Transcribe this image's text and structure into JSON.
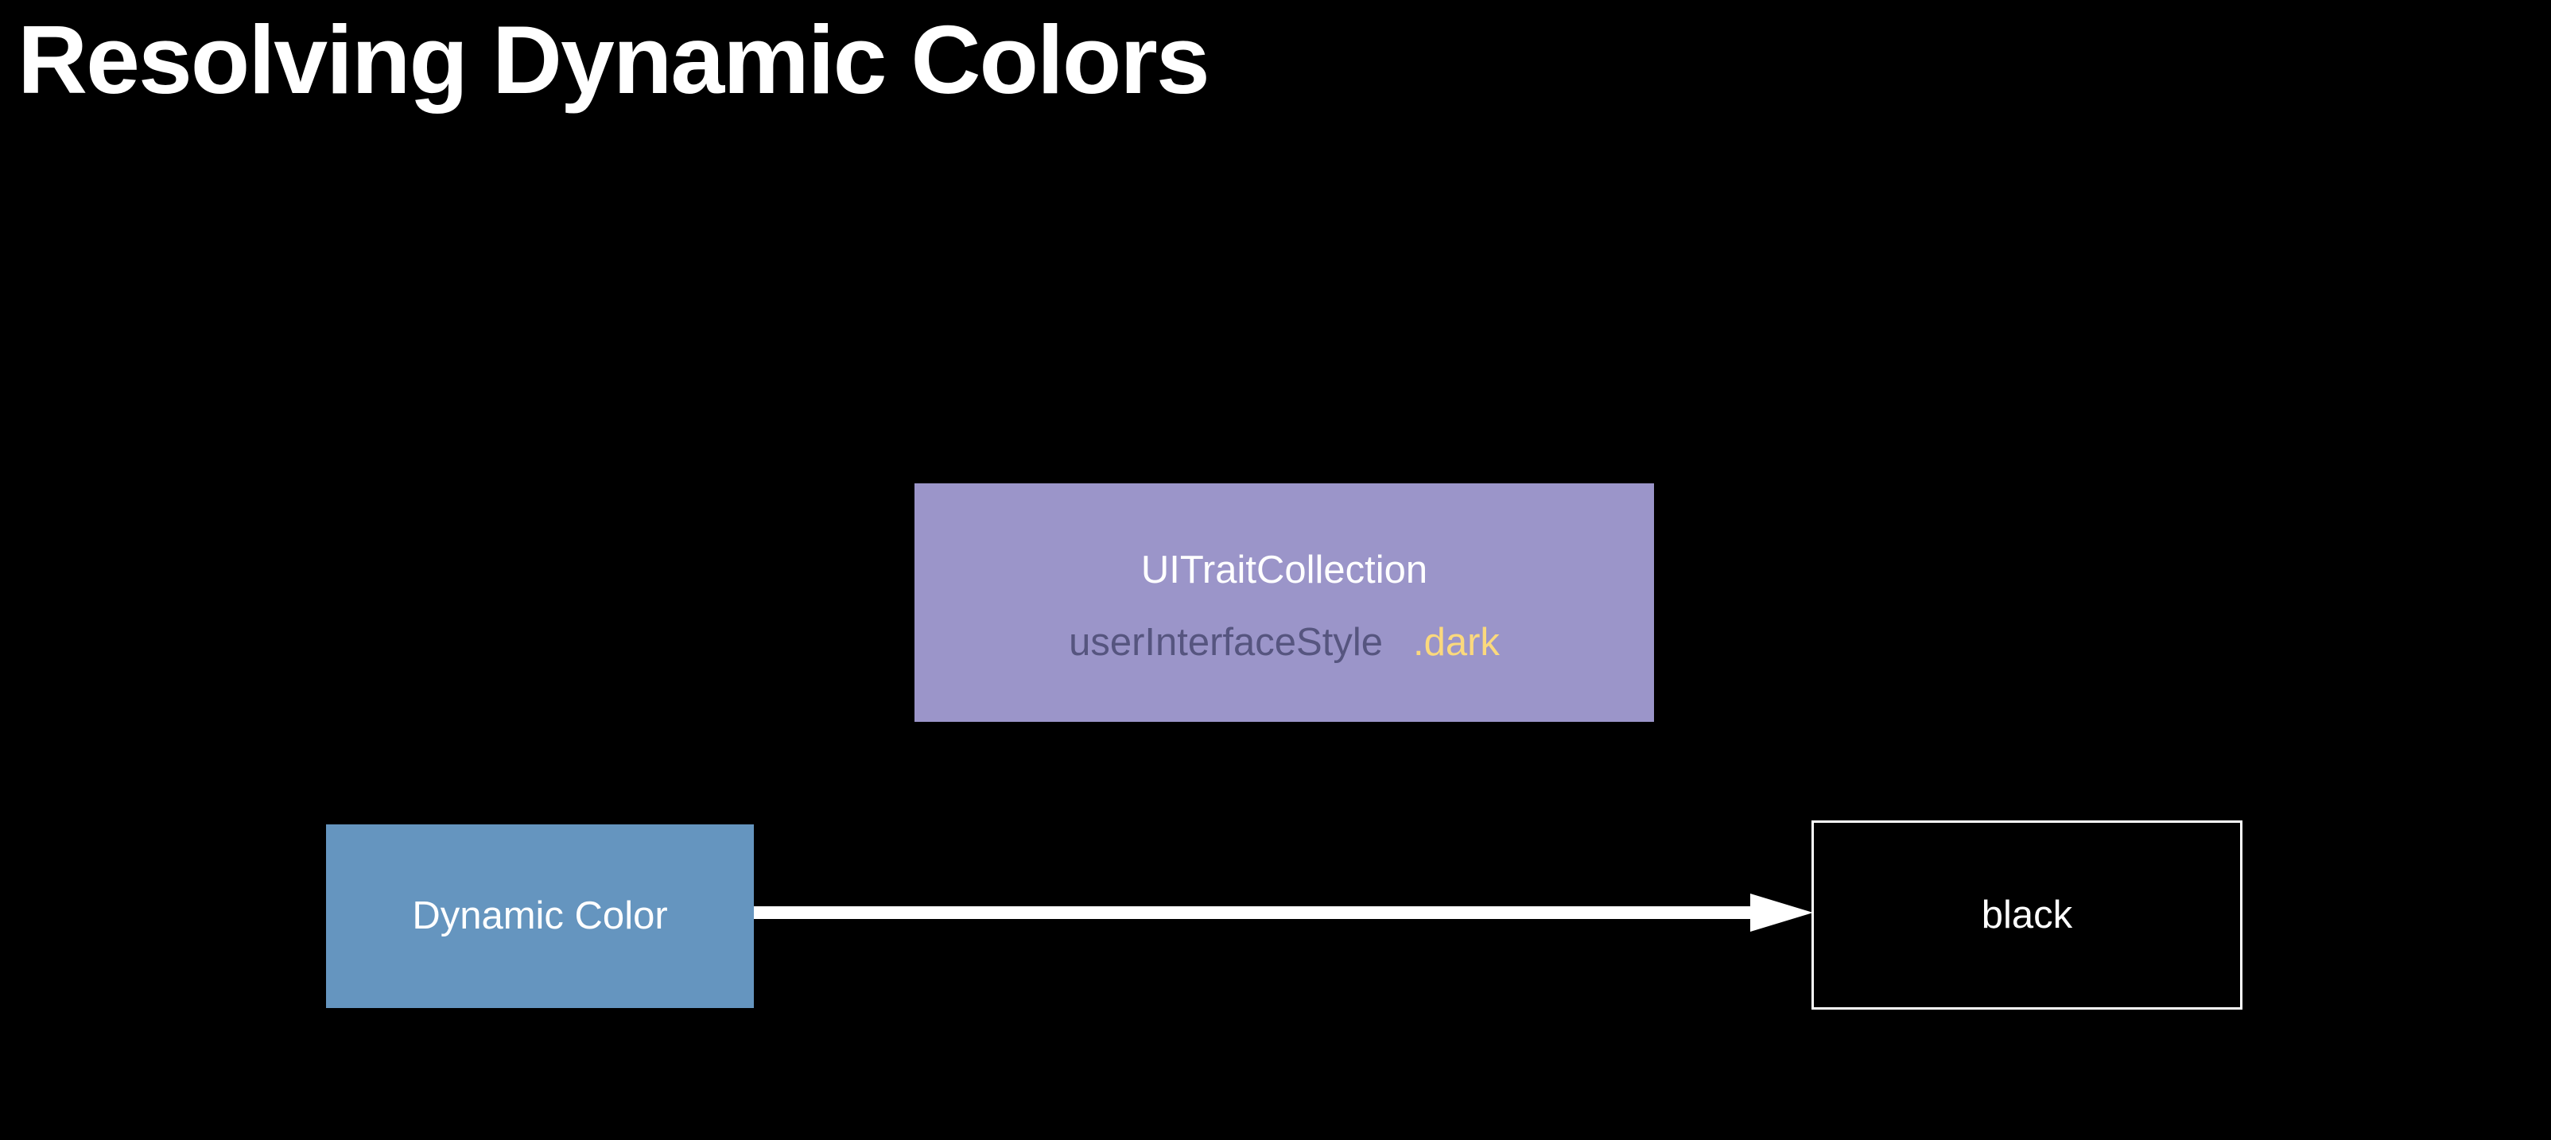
{
  "slide": {
    "title": "Resolving Dynamic Colors",
    "background_color": "#000000",
    "title_color": "#ffffff"
  },
  "diagram": {
    "type": "flow",
    "nodes": [
      {
        "id": "dynamic-color",
        "label": "Dynamic Color",
        "fill_color": "#6595bf",
        "text_color": "#ffffff",
        "border": "none"
      },
      {
        "id": "trait-collection",
        "title": "UITraitCollection",
        "attribute_key": "userInterfaceStyle",
        "attribute_value": ".dark",
        "fill_color": "#9b95c9",
        "title_color": "#ffffff",
        "attribute_key_color": "#56557f",
        "attribute_value_color": "#fbd97d"
      },
      {
        "id": "resolved-color",
        "label": "black",
        "fill_color": "#000000",
        "text_color": "#ffffff",
        "border_color": "#ffffff"
      }
    ],
    "edges": [
      {
        "id": "resolve-arrow",
        "from": "dynamic-color",
        "to": "resolved-color",
        "label": "",
        "color": "#ffffff",
        "arrowhead": "solid-triangle"
      }
    ]
  }
}
